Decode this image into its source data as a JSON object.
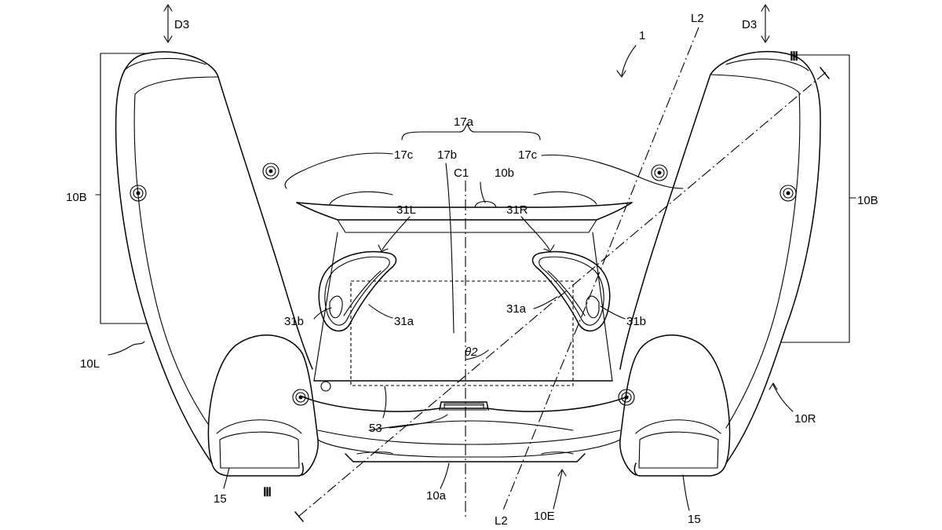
{
  "figure": {
    "labels": {
      "d3_left": "D3",
      "d3_right": "D3",
      "ref_1": "1",
      "l2_top": "L2",
      "l2_bottom": "L2",
      "iii_top": "Ⅲ",
      "iii_bottom": "Ⅲ",
      "ref_17a": "17a",
      "ref_17c_left": "17c",
      "ref_17b": "17b",
      "ref_17c_right": "17c",
      "ref_c1": "C1",
      "ref_10b_small": "10b",
      "ref_10B_left": "10B",
      "ref_10B_right": "10B",
      "ref_31L": "31L",
      "ref_31R": "31R",
      "ref_31a_left": "31a",
      "ref_31b_left": "31b",
      "ref_31a_right": "31a",
      "ref_31b_right": "31b",
      "theta2": "θ2",
      "ref_10L": "10L",
      "ref_10R": "10R",
      "ref_53": "53",
      "ref_15_left": "15",
      "ref_15_right": "15",
      "ref_10a": "10a",
      "ref_10E": "10E"
    }
  }
}
